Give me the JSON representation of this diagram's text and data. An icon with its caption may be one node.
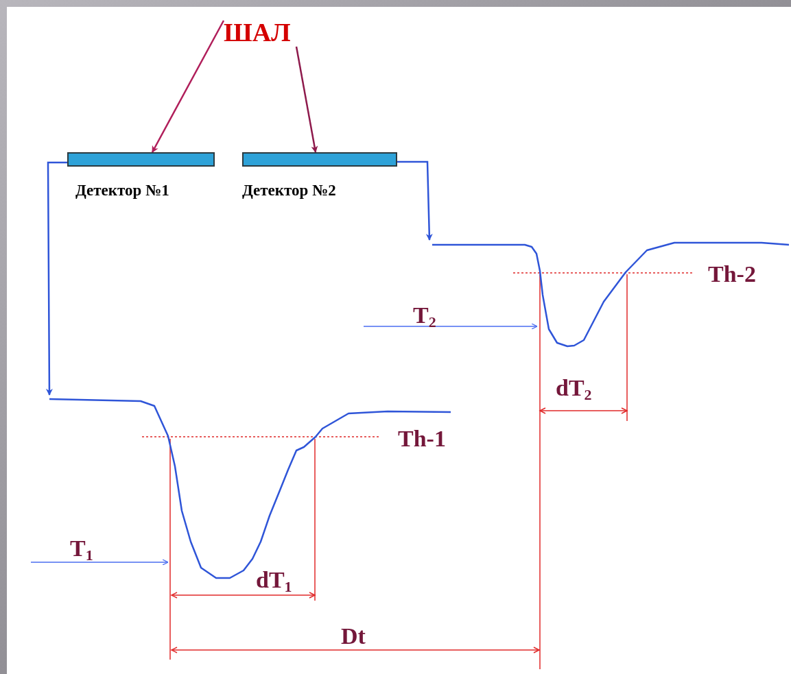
{
  "diagram": {
    "nodes": [
      {
        "text": [
          "ШАЛ"
        ]
      },
      {
        "text": [
          "Детектор №1"
        ]
      },
      {
        "text": [
          "Детектор №2"
        ]
      },
      {
        "text": [],
        "shape": "curve"
      },
      {
        "text": [],
        "shape": "curve"
      }
    ],
    "edges": [
      {
        "from": 0,
        "to": 1,
        "arrow": "to",
        "color": "#b01e5a"
      },
      {
        "from": 0,
        "to": 2,
        "arrow": "to",
        "color": "#8e1a4c"
      },
      {
        "from": 1,
        "to": 3,
        "arrow": "to"
      },
      {
        "from": 2,
        "to": 4,
        "arrow": "to"
      }
    ],
    "labels": [
      "Th-2",
      "T$_{2}$",
      "dT$_{2}$",
      "Th-1",
      "T$_{1}$",
      "dT$_{1}$",
      "Dt"
    ]
  }
}
